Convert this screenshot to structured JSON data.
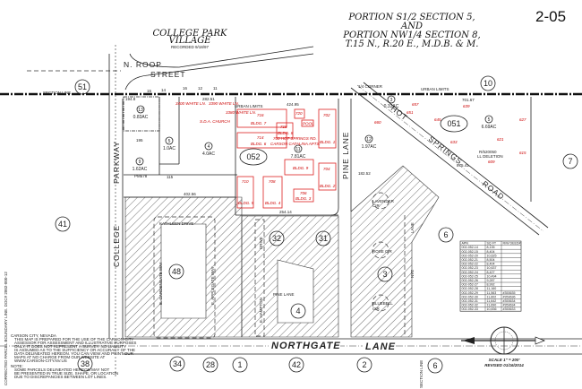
{
  "sheet_number": "2-05",
  "title_lines": [
    "PORTION S1/2 SECTION 5,",
    "AND",
    "PORTION NW1/4 SECTION 8,",
    "T.15 N., R.20 E., M.D.B. & M."
  ],
  "subdivision": {
    "name_line1": "COLLEGE PARK",
    "name_line2": "VILLAGE",
    "recorded": "RECORDED 9/18/97"
  },
  "roads": {
    "roop1": "N. ROOP",
    "roop2": "STREET",
    "college": "COLLEGE",
    "parkway": "PARKWAY",
    "pine_lane": "PINE LANE",
    "hot": "HOT",
    "springs": "SPRINGS",
    "road": "ROAD",
    "northgate": "NORTHGATE",
    "lane": "LANE",
    "kathleen": "KATHLEEN DRIVE",
    "gardengate": "E. GARDENGATE WAY",
    "applegate": "E. APPLEGATE WAY",
    "hampton": "E. HAMPTON",
    "drive": "DRIVE",
    "pine_lane_lower": "PINE LANE",
    "lavender": "LAVENDER",
    "rose": "ROSE CIR",
    "bluebell": "BLUEBELL",
    "cir": "CIR",
    "nye": "NYE",
    "nye_lane": "LANE"
  },
  "labels": {
    "section_line": "SECTION LINE",
    "section_line_bottom": "SECTION LINE",
    "urban_limits_left": "URBAN LIMITS",
    "urban_limits_right": "URBAN LIMITS",
    "quarter_corner": "1/4 CORNER",
    "sda_church": "S.D.A. CHURCH",
    "address": "700 HOT SPRINGS RD.",
    "complex": "CARSON CATALINA APTS.",
    "pool": "POOL",
    "ll_deletion_1": "R/520050",
    "ll_deletion_2": "LL DELETION",
    "pm": "PM578",
    "white_ln_1": "3400 WHITE LN.",
    "white_ln_2": "3390 WHITE LN.",
    "white_ln_3": "3380 WHITE LN."
  },
  "book_numbers": [
    "052",
    "051"
  ],
  "adjacent_blocks": [
    "51",
    "10",
    "7",
    "41",
    "6",
    "48",
    "32",
    "31",
    "3",
    "4",
    "38",
    "34",
    "28",
    "1",
    "42",
    "2",
    "6"
  ],
  "parcels": [
    {
      "num": "13",
      "area": "0.83AC"
    },
    {
      "num": "5",
      "area": "1.0AC"
    },
    {
      "num": "4",
      "area": "4.0AC"
    },
    {
      "num": "9",
      "area": "1.62AC"
    },
    {
      "num": "11",
      "area": "7.81AC"
    },
    {
      "num": "12",
      "area": "1.97AC"
    },
    {
      "num": "3",
      "area": "0.33AC"
    },
    {
      "num": "5",
      "area": "6.69AC"
    }
  ],
  "buildings": [
    {
      "addr": "716",
      "name": "BLDG. 7"
    },
    {
      "addr": "718",
      "name": "BLDG. 8"
    },
    {
      "addr": "714",
      "name": "BLDG. 6"
    },
    {
      "addr": "702",
      "name": "BLDG. 1"
    },
    {
      "addr": "720",
      "name": ""
    },
    {
      "addr": "710",
      "name": "BLDG. 5"
    },
    {
      "addr": "708",
      "name": "BLDG. 4"
    },
    {
      "addr": "704",
      "name": "BLDG. 2"
    },
    {
      "addr": "706",
      "name": "BLDG. 3"
    },
    {
      "addr": "",
      "name": "BLDG. 9"
    }
  ],
  "roop_lots": [
    "15",
    "14",
    "16",
    "12",
    "11"
  ],
  "dimensions": [
    "424.95",
    "402.56",
    "195",
    "115",
    "254.14",
    "182.52",
    "701.67",
    "875.41",
    "282.51",
    "194.8"
  ],
  "addresses_red": [
    "645",
    "633",
    "627",
    "621",
    "615",
    "609",
    "639",
    "651",
    "657",
    "660"
  ],
  "apn_table": {
    "headers": [
      "APN",
      "SQ FT",
      "R/W DEED#"
    ],
    "rows": [
      [
        "002-052-14",
        "8,135",
        ""
      ],
      [
        "002-052-15",
        "8,404",
        ""
      ],
      [
        "002-052-20",
        "10,625",
        ""
      ],
      [
        "002-052-21",
        "8,504",
        ""
      ],
      [
        "002-052-22",
        "8,404",
        ""
      ],
      [
        "002-052-23",
        "10,637",
        ""
      ],
      [
        "002-052-24",
        "8,427",
        ""
      ],
      [
        "002-052-25",
        "10,494",
        ""
      ],
      [
        "002-052-26",
        "9,287",
        ""
      ],
      [
        "002-052-27",
        "8,992",
        ""
      ],
      [
        "002-052-28",
        "11,160",
        ""
      ],
      [
        "002-052-29",
        "11,563",
        "#353635"
      ],
      [
        "002-052-30",
        "11,602",
        "#353636"
      ],
      [
        "002-052-31",
        "11,642",
        "#353634"
      ],
      [
        "002-052-32",
        "11,690",
        "#353634"
      ],
      [
        "002-052-33",
        "10,836",
        "#353633"
      ]
    ]
  },
  "scale": "SCALE 1\" = 200'",
  "revised": "REVISED 01/16/2014",
  "disclaimer": {
    "side_text": "CORRECTED PARCEL BOUNDARY LINE. DOC# 2002-000-12",
    "heading": "CARSON CITY, NEVADA",
    "body": [
      "THIS MAP IS PREPARED FOR THE USE OF THE CARSON CITY",
      "ASSESSOR FOR ASSESSMENT AND ILLUSTRATIVE PURPOSES",
      "ONLY, IT DOES NOT REPRESENT A SURVEY. NO LIABILITY",
      "IS ASSUMED AS TO THE SUFFICIENCY OR ACCURACY OF THE",
      "DATA DELINEATED HEREON. YOU CAN VIEW AND PRINT OUR",
      "MAPS AT NO CHARGE FROM OUR WEBSITE AT",
      "WWW.CARSON-CITY.NV.US"
    ],
    "note_heading": "NOTE:",
    "note": [
      "SOME PARCELS DELINEATED HEREON MAY NOT",
      "BE PRESENTED IN TRUE SIZE, SHAPE, OR LOCATION",
      "DUE TO DISCREPANCIES BETWEEN LOT LINES."
    ]
  },
  "colors": {
    "ink": "#222222",
    "red": "#cc0000"
  }
}
